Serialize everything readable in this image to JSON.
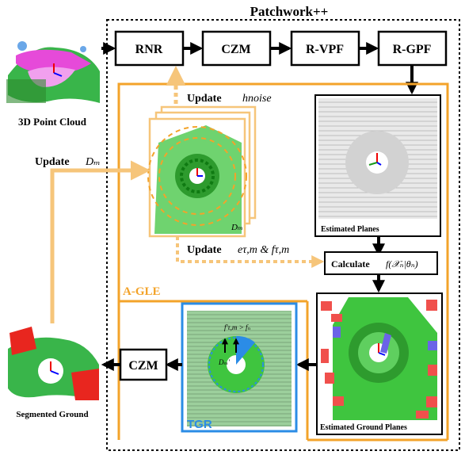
{
  "title": "Patchwork++",
  "modules": {
    "rnr": "RNR",
    "czm": "CZM",
    "rvpf": "R-VPF",
    "rgpf": "R-GPF",
    "czm_bottom": "CZM",
    "calculate_prefix": "Calculate",
    "calculate_math": "f(𝒳ₙ|θₙ)"
  },
  "labels": {
    "input": "3D Point Cloud",
    "output": "Segmented Ground",
    "estimated_planes": "Estimated Planes",
    "estimated_ground_planes": "Estimated Ground Planes",
    "agle": "A-GLE",
    "tgr": "TGR",
    "dm_tag": "Dₘ",
    "tgr_dm": "Dₘ'",
    "tgr_cond": "f'τ,m > fₙ"
  },
  "updates": {
    "noise_word": "Update",
    "noise_sym": "hnoise",
    "dm_word": "Update",
    "dm_sym": "Dₘ",
    "ef_word": "Update",
    "ef_sym": "eτ,m & fτ,m"
  },
  "colors": {
    "orange": "#f3a32a",
    "orange_light": "#f6c57a",
    "blue": "#2b8ce6",
    "green": "#3fc53f",
    "dark_green": "#0f7a12",
    "red": "#f0504c",
    "purple": "#6b63e8"
  }
}
